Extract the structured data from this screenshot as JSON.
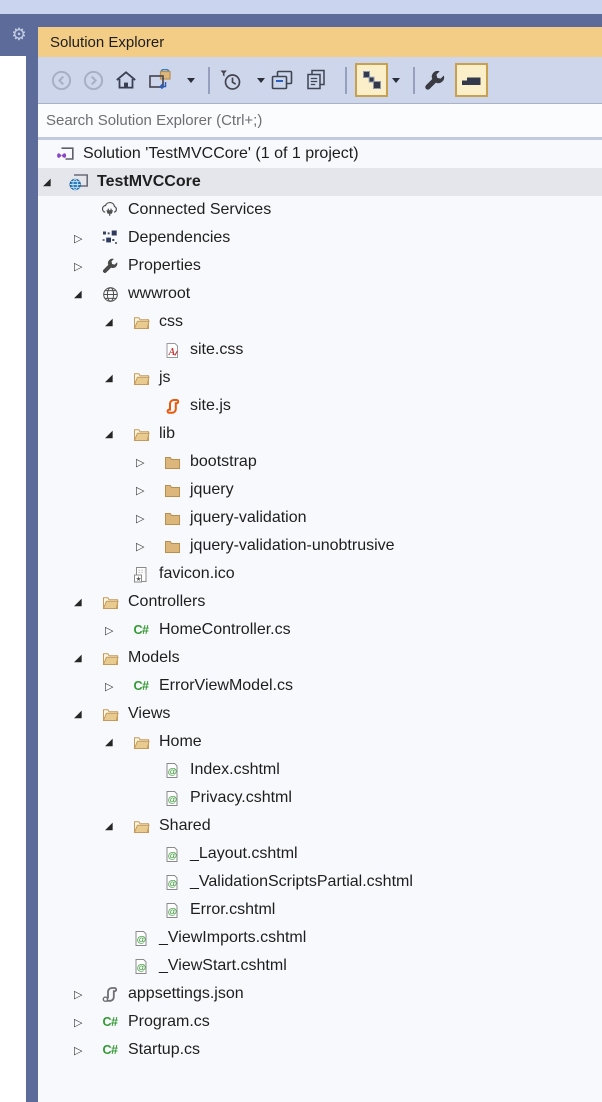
{
  "window": {
    "title": "Solution Explorer",
    "gear_icon": "gear-icon"
  },
  "toolbar": {
    "buttons": [
      {
        "name": "back-button",
        "icon": "back-circle-icon",
        "disabled": true
      },
      {
        "name": "forward-button",
        "icon": "forward-circle-icon",
        "disabled": true
      },
      {
        "name": "home-button",
        "icon": "home-icon"
      },
      {
        "name": "switch-views-button",
        "icon": "switch-views-icon",
        "caret": true
      },
      {
        "name": "separator"
      },
      {
        "name": "pending-changes-filter-button",
        "icon": "clock-filter-icon",
        "caret": true
      },
      {
        "name": "sync-with-active-document-button",
        "icon": "sync-windows-icon"
      },
      {
        "name": "collapse-all-button",
        "icon": "stacked-documents-icon"
      },
      {
        "name": "separator"
      },
      {
        "name": "show-all-files-toggle",
        "icon": "linked-squares-icon",
        "toggled": true,
        "caret": true
      },
      {
        "name": "separator"
      },
      {
        "name": "properties-button",
        "icon": "wrench-icon"
      },
      {
        "name": "preview-selected-items-toggle",
        "icon": "preview-panel-icon",
        "toggled": true
      }
    ]
  },
  "search": {
    "placeholder": "Search Solution Explorer (Ctrl+;)"
  },
  "tree": {
    "items": [
      {
        "label": "Solution 'TestMVCCore' (1 of 1 project)",
        "level": 0,
        "icon": "solution",
        "expander": "none"
      },
      {
        "label": "TestMVCCore",
        "level": 1,
        "icon": "project-web",
        "expander": "expanded",
        "bold": true,
        "selected": true
      },
      {
        "label": "Connected Services",
        "level": 2,
        "icon": "connected-services",
        "expander": "none"
      },
      {
        "label": "Dependencies",
        "level": 2,
        "icon": "dependencies",
        "expander": "collapsed"
      },
      {
        "label": "Properties",
        "level": 2,
        "icon": "wrench",
        "expander": "collapsed"
      },
      {
        "label": "wwwroot",
        "level": 2,
        "icon": "globe",
        "expander": "expanded"
      },
      {
        "label": "css",
        "level": 3,
        "icon": "folder-open",
        "expander": "expanded"
      },
      {
        "label": "site.css",
        "level": 4,
        "icon": "css-file",
        "expander": "none"
      },
      {
        "label": "js",
        "level": 3,
        "icon": "folder-open",
        "expander": "expanded"
      },
      {
        "label": "site.js",
        "level": 4,
        "icon": "js-file",
        "expander": "none"
      },
      {
        "label": "lib",
        "level": 3,
        "icon": "folder-open",
        "expander": "expanded"
      },
      {
        "label": "bootstrap",
        "level": 4,
        "icon": "folder-closed",
        "expander": "collapsed"
      },
      {
        "label": "jquery",
        "level": 4,
        "icon": "folder-closed",
        "expander": "collapsed"
      },
      {
        "label": "jquery-validation",
        "level": 4,
        "icon": "folder-closed",
        "expander": "collapsed"
      },
      {
        "label": "jquery-validation-unobtrusive",
        "level": 4,
        "icon": "folder-closed",
        "expander": "collapsed"
      },
      {
        "label": "favicon.ico",
        "level": 3,
        "icon": "favicon-file",
        "expander": "none"
      },
      {
        "label": "Controllers",
        "level": 2,
        "icon": "folder-open",
        "expander": "expanded"
      },
      {
        "label": "HomeController.cs",
        "level": 3,
        "icon": "csharp-file",
        "expander": "collapsed"
      },
      {
        "label": "Models",
        "level": 2,
        "icon": "folder-open",
        "expander": "expanded"
      },
      {
        "label": "ErrorViewModel.cs",
        "level": 3,
        "icon": "csharp-file",
        "expander": "collapsed"
      },
      {
        "label": "Views",
        "level": 2,
        "icon": "folder-open",
        "expander": "expanded"
      },
      {
        "label": "Home",
        "level": 3,
        "icon": "folder-open",
        "expander": "expanded"
      },
      {
        "label": "Index.cshtml",
        "level": 4,
        "icon": "razor-file",
        "expander": "none"
      },
      {
        "label": "Privacy.cshtml",
        "level": 4,
        "icon": "razor-file",
        "expander": "none"
      },
      {
        "label": "Shared",
        "level": 3,
        "icon": "folder-open",
        "expander": "expanded"
      },
      {
        "label": "_Layout.cshtml",
        "level": 4,
        "icon": "razor-file",
        "expander": "none"
      },
      {
        "label": "_ValidationScriptsPartial.cshtml",
        "level": 4,
        "icon": "razor-file",
        "expander": "none"
      },
      {
        "label": "Error.cshtml",
        "level": 4,
        "icon": "razor-file",
        "expander": "none"
      },
      {
        "label": "_ViewImports.cshtml",
        "level": 3,
        "icon": "razor-file",
        "expander": "none"
      },
      {
        "label": "_ViewStart.cshtml",
        "level": 3,
        "icon": "razor-file",
        "expander": "none"
      },
      {
        "label": "appsettings.json",
        "level": 2,
        "icon": "json-file",
        "expander": "collapsed"
      },
      {
        "label": "Program.cs",
        "level": 2,
        "icon": "csharp-file",
        "expander": "collapsed"
      },
      {
        "label": "Startup.cs",
        "level": 2,
        "icon": "csharp-file",
        "expander": "collapsed"
      }
    ]
  },
  "colors": {
    "titlebar_accent": "#F3CC86",
    "toolbar_bg": "#CED6EC",
    "chrome_blue": "#5C6B99",
    "selection_bg": "#E4E6EC",
    "tree_bg": "#F8F9FC",
    "folder_tan": "#DCB67A",
    "csharp_green": "#339933",
    "razor_green": "#3E9C3E",
    "js_orange": "#E8590C",
    "vs_purple": "#8B46C9",
    "toggle_bg": "#FBEFC9",
    "toggle_border": "#C9A050"
  }
}
